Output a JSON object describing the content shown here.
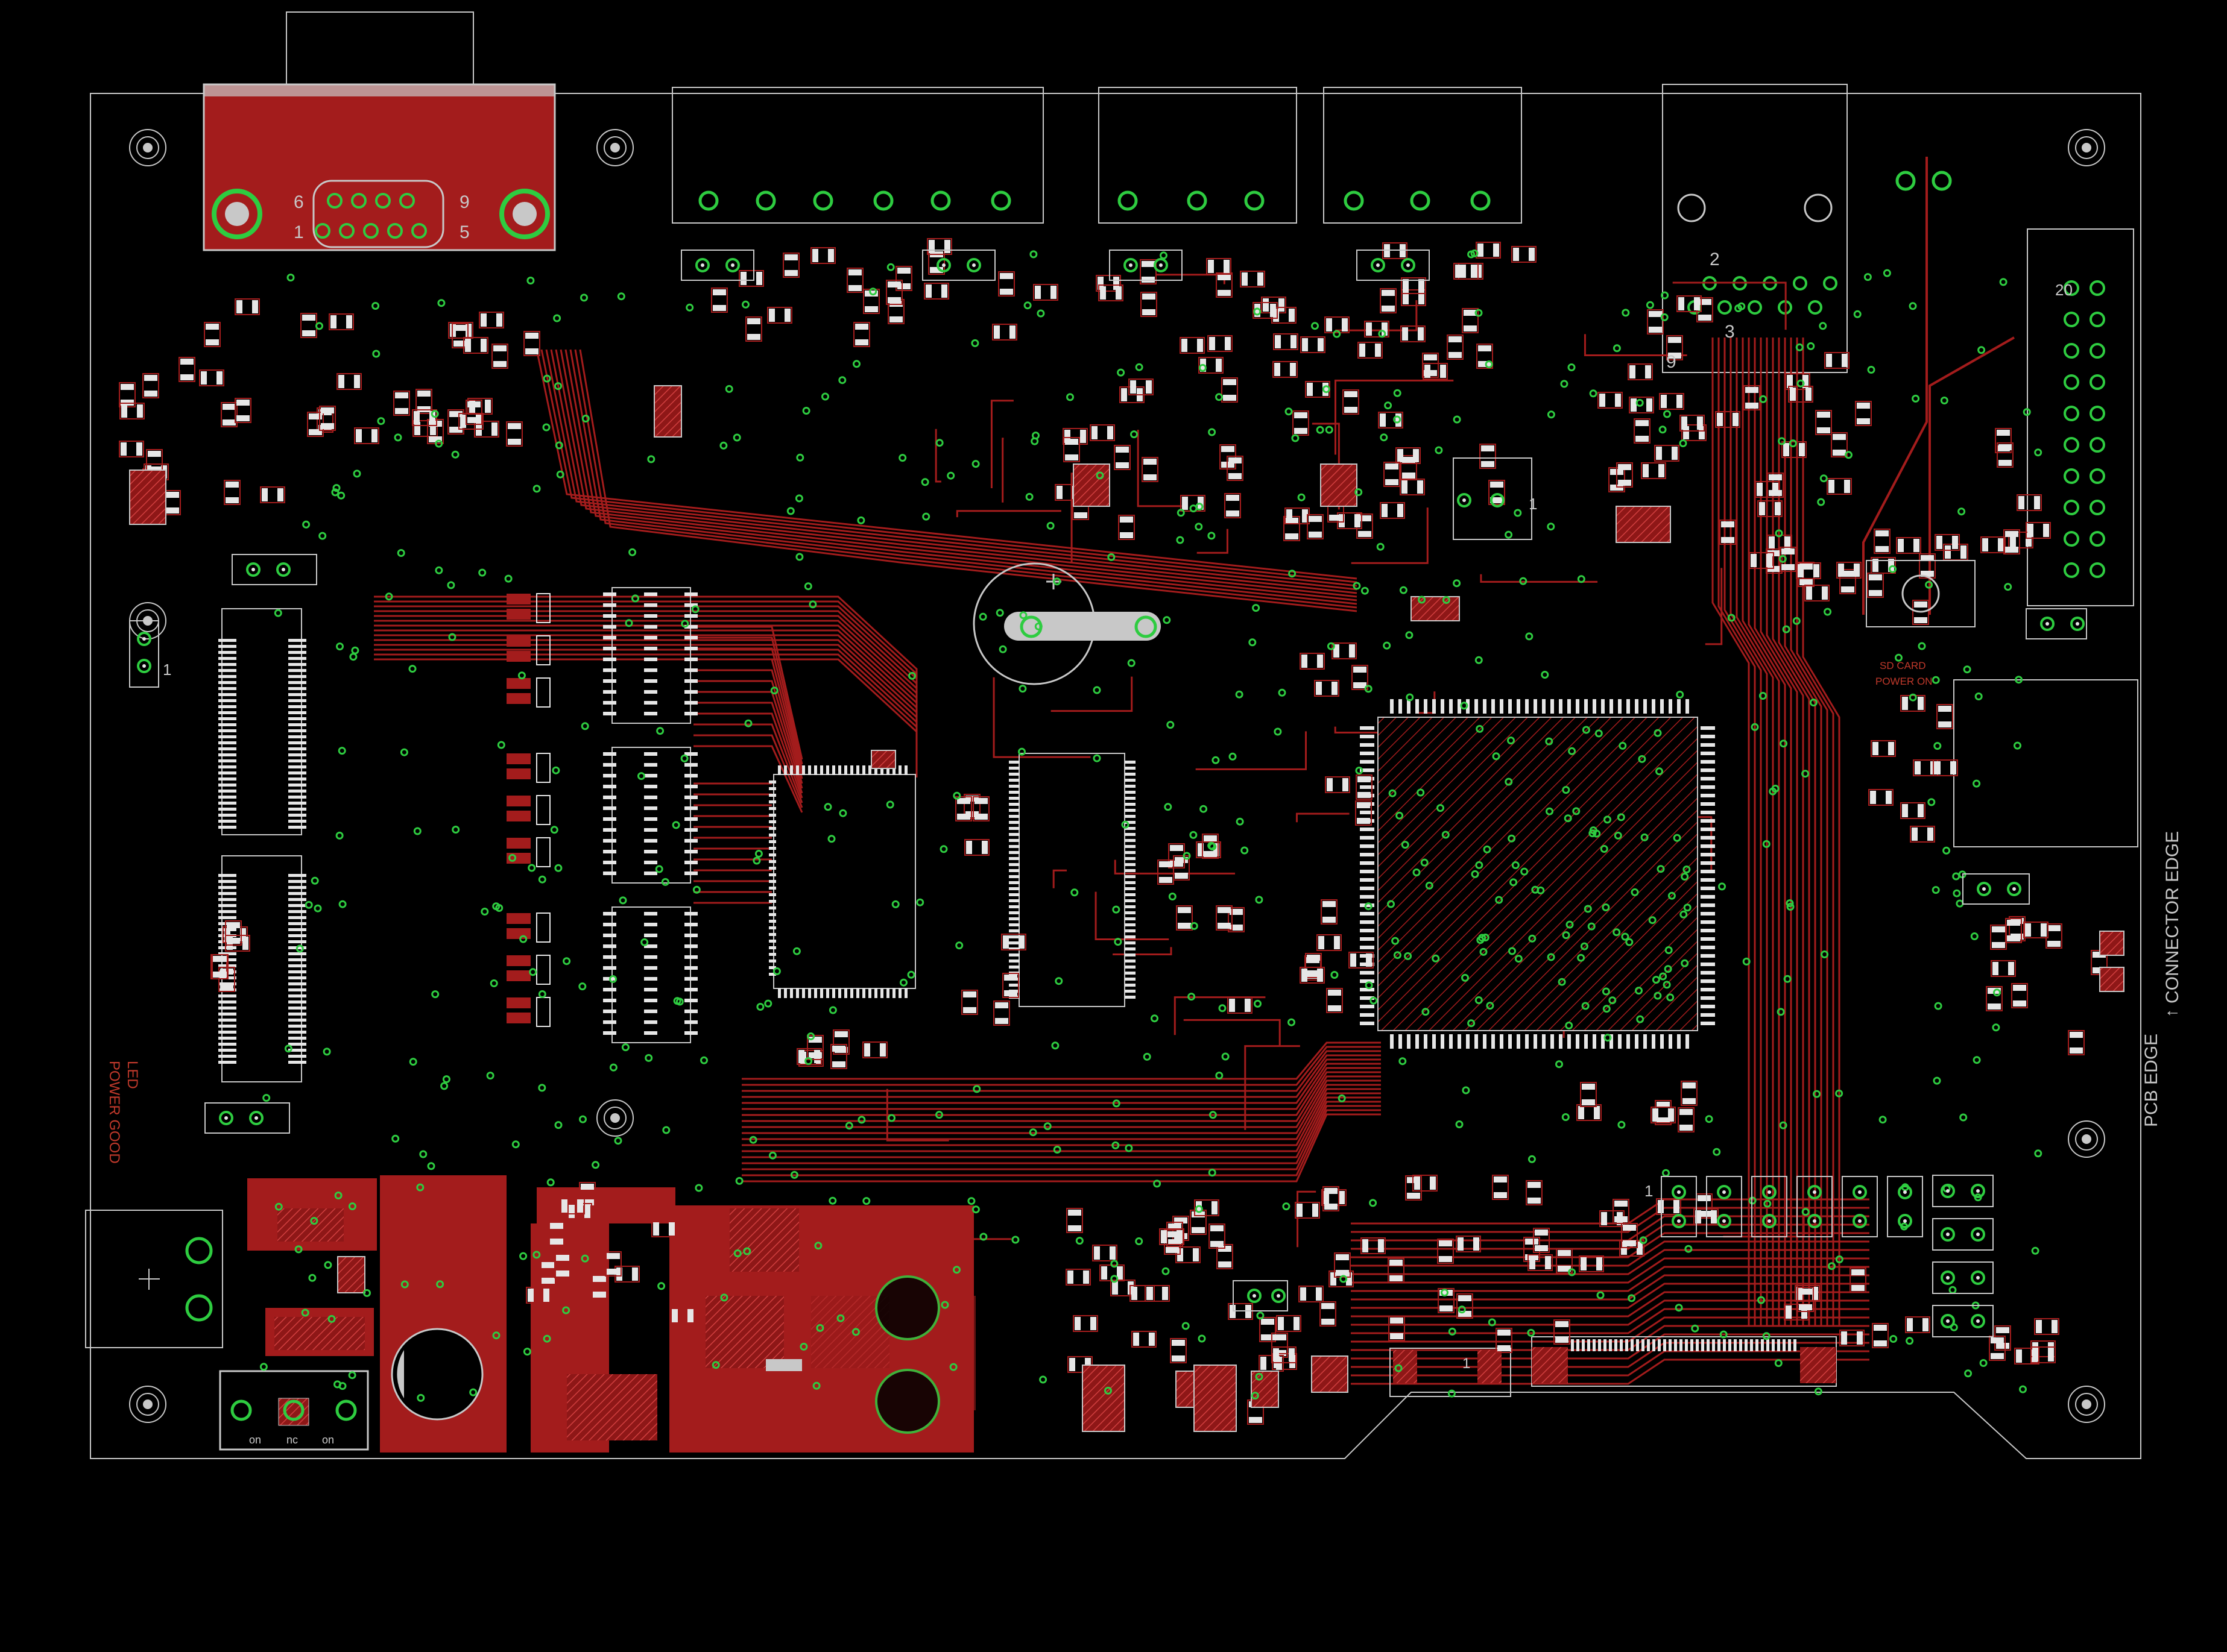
{
  "board": {
    "colors": {
      "background": "#000000",
      "copper": "#a31c1c",
      "copper_fill": "#8e1717",
      "hatch": "#d24040",
      "silkscreen": "#c8c8c8",
      "silk_red": "#c0392b",
      "drill": "#2ecc40",
      "pad": "#e6e6e6"
    },
    "labels": {
      "sd_card_line1": "SD CARD",
      "sd_card_line2": "POWER ON",
      "pcb_edge": "PCB EDGE",
      "connector_edge": "CONNECTOR EDGE",
      "connector_arrow": "↑",
      "led": "LED",
      "power_good": "POWER GOOD",
      "switch_on_left": "on",
      "switch_nc": "nc",
      "switch_on_right": "on",
      "db9_pin6": "6",
      "db9_pin9": "9",
      "db9_pin1": "1",
      "db9_pin5": "5",
      "rj_pin2": "2",
      "rj_pin3": "3",
      "rj_pin9": "9",
      "header_pin20": "20",
      "pin1_marker": "1"
    },
    "icons": {
      "mounting_hole": "mounting-hole-icon",
      "plus_marker": "plus-marker-icon",
      "via": "via-icon"
    }
  }
}
